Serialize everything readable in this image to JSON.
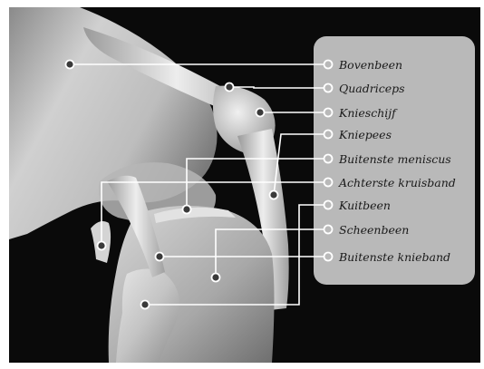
{
  "figure": {
    "subject": "knee anatomy",
    "background_color": "#0a0a0a",
    "panel_color": "#b9b9b9",
    "leader_color": "#ffffff"
  },
  "labels": [
    {
      "id": "bovenbeen",
      "text": "Bovenbeen"
    },
    {
      "id": "quadriceps",
      "text": "Quadriceps"
    },
    {
      "id": "knieschijf",
      "text": "Knieschijf"
    },
    {
      "id": "kniepees",
      "text": "Kniepees"
    },
    {
      "id": "buitenste-meniscus",
      "text": "Buitenste meniscus"
    },
    {
      "id": "achterste-kruisband",
      "text": "Achterste kruisband"
    },
    {
      "id": "kuitbeen",
      "text": "Kuitbeen"
    },
    {
      "id": "scheenbeen",
      "text": "Scheenbeen"
    },
    {
      "id": "buitenste-knieband",
      "text": "Buitenste knieband"
    }
  ]
}
